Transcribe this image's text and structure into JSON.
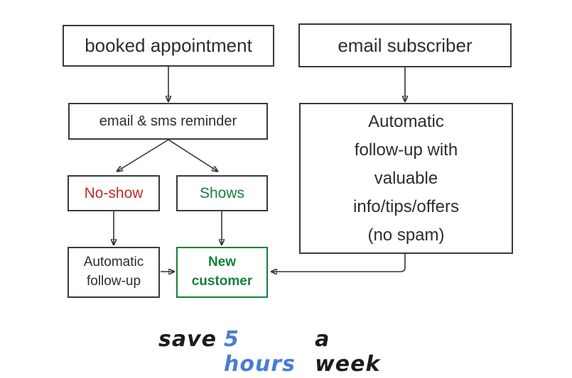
{
  "nodes": {
    "booked_appointment": {
      "label": "booked appointment"
    },
    "email_subscriber": {
      "label": "email subscriber"
    },
    "reminder": {
      "label": "email & sms reminder"
    },
    "no_show": {
      "label": "No-show"
    },
    "shows": {
      "label": "Shows"
    },
    "auto_follow_up": {
      "label": "Automatic\nfollow-up"
    },
    "new_customer": {
      "label": "New\ncustomer"
    },
    "email_follow_up": {
      "label": "Automatic\nfollow-up with\nvaluable\ninfo/tips/offers\n(no spam)"
    }
  },
  "edges": [
    {
      "from": "booked_appointment",
      "to": "reminder"
    },
    {
      "from": "email_subscriber",
      "to": "email_follow_up"
    },
    {
      "from": "reminder",
      "to": "no_show"
    },
    {
      "from": "reminder",
      "to": "shows"
    },
    {
      "from": "no_show",
      "to": "auto_follow_up"
    },
    {
      "from": "shows",
      "to": "new_customer"
    },
    {
      "from": "auto_follow_up",
      "to": "new_customer"
    },
    {
      "from": "email_follow_up",
      "to": "new_customer"
    }
  ],
  "caption": {
    "part1": "save",
    "highlight": "5 hours",
    "part2": "a week"
  },
  "colors": {
    "box_border": "#3a3a3a",
    "line_dark": "#333333",
    "text_dark": "#2d2d2d",
    "no_show_red": "#c02b27",
    "shows_green": "#157f3d",
    "new_customer_green": "#15803c",
    "caption_blue": "#4a7dd2",
    "caption_dark": "#1c1c1c"
  }
}
